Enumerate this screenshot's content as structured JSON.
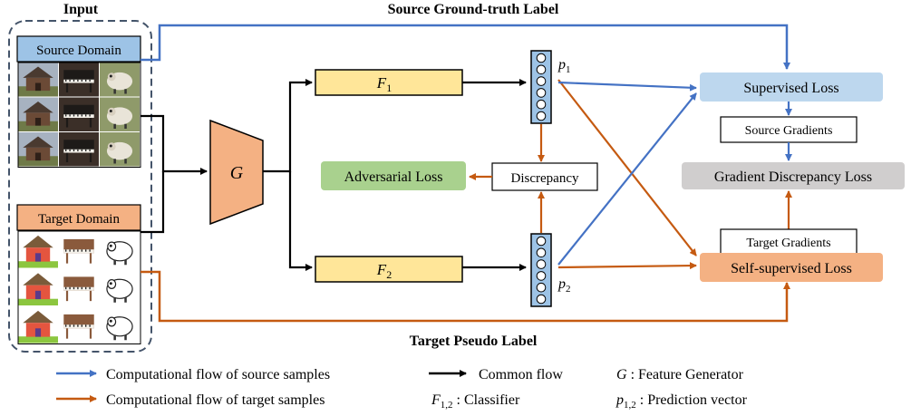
{
  "labels": {
    "input": "Input",
    "source_gt_label": "Source Ground-truth Label",
    "target_pseudo_label": "Target Pseudo Label",
    "source_domain": "Source Domain",
    "target_domain": "Target Domain",
    "generator": "G",
    "classifier1": "F",
    "classifier1_sub": "1",
    "classifier2": "F",
    "classifier2_sub": "2",
    "p1": "p",
    "p1_sub": "1",
    "p2": "p",
    "p2_sub": "2",
    "adversarial_loss": "Adversarial Loss",
    "discrepancy": "Discrepancy",
    "supervised_loss": "Supervised Loss",
    "source_gradients": "Source Gradients",
    "gradient_discrepancy_loss": "Gradient Discrepancy Loss",
    "target_gradients": "Target Gradients",
    "self_supervised_loss": "Self-supervised Loss"
  },
  "legend": {
    "source_flow": "Computational flow of source samples",
    "target_flow": "Computational flow of target samples",
    "common_flow": "Common flow",
    "g_symbol": "G",
    "g_desc": " : Feature Generator",
    "f_symbol": "F",
    "f_sub": "1,2",
    "f_desc": " : Classifier",
    "p_symbol": "p",
    "p_sub": "1,2",
    "p_desc": " : Prediction vector"
  },
  "thumbnails": {
    "source": [
      "barn-photo",
      "piano-photo",
      "sheep-photo",
      "barn-photo",
      "piano-photo",
      "sheep-photo",
      "barn-photo",
      "piano-photo",
      "sheep-photo"
    ],
    "target": [
      "house-cartoon",
      "piano-cartoon",
      "sheep-cartoon",
      "house-cartoon",
      "piano-cartoon",
      "sheep-cartoon",
      "house-cartoon",
      "piano-cartoon",
      "sheep-cartoon"
    ]
  },
  "colors": {
    "source_flow": "#4472C4",
    "target_flow": "#C55A11",
    "common_flow": "#000000",
    "source_domain_fill": "#9DC3E6",
    "target_domain_fill": "#F4B183",
    "generator_fill": "#F4B183",
    "classifier_fill": "#FFE699",
    "supervised_fill": "#BDD7EE",
    "self_supervised_fill": "#F4B183",
    "adversarial_fill": "#A9D18E",
    "gradient_discrepancy_fill": "#D0CECE",
    "input_box_stroke": "#44546A",
    "prediction_fill": "#9DC3E6"
  }
}
